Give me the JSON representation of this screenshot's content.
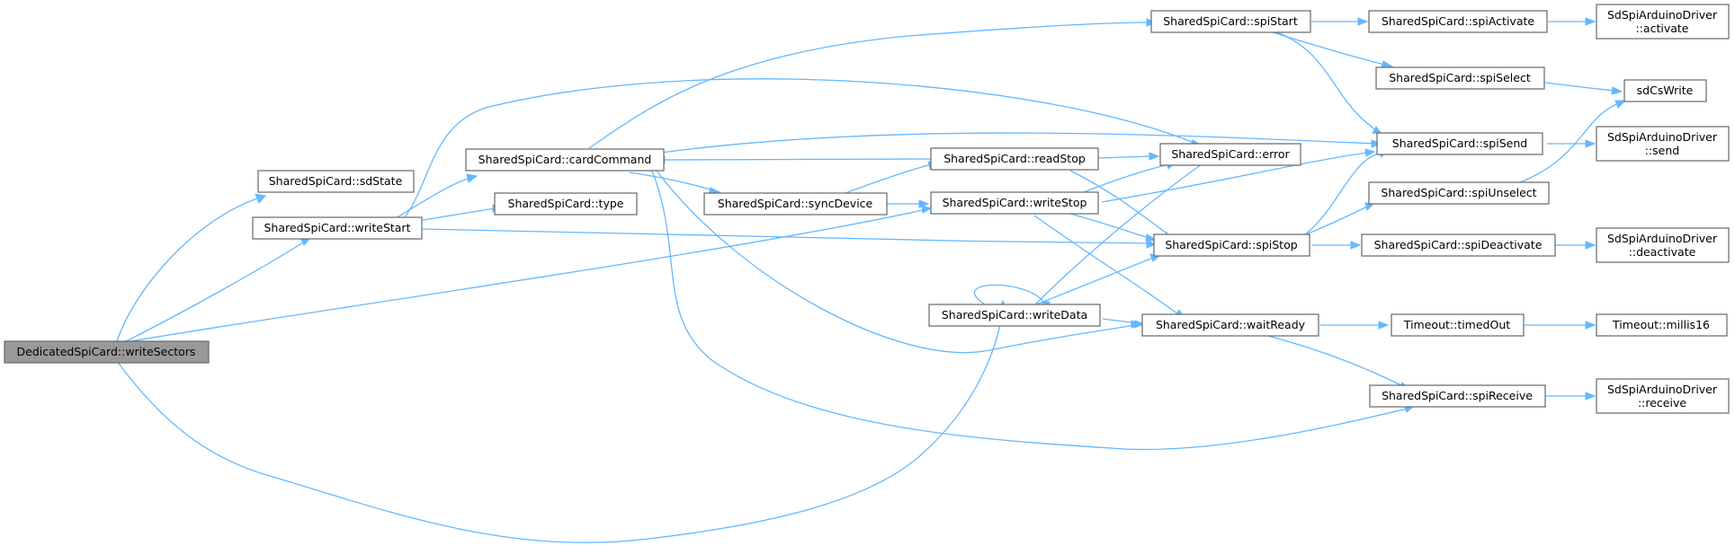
{
  "colors": {
    "edge": "#63b8ff",
    "node_border": "#666666",
    "root_fill": "#999999",
    "node_fill": "#ffffff"
  },
  "nodes": {
    "root": "DedicatedSpiCard::writeSectors",
    "sdState": "SharedSpiCard::sdState",
    "writeStart": "SharedSpiCard::writeStart",
    "cardCommand": "SharedSpiCard::cardCommand",
    "type": "SharedSpiCard::type",
    "syncDevice": "SharedSpiCard::syncDevice",
    "readStop": "SharedSpiCard::readStop",
    "writeStop": "SharedSpiCard::writeStop",
    "writeData": "SharedSpiCard::writeData",
    "spiStart": "SharedSpiCard::spiStart",
    "error": "SharedSpiCard::error",
    "spiStop": "SharedSpiCard::spiStop",
    "waitReady": "SharedSpiCard::waitReady",
    "spiActivate": "SharedSpiCard::spiActivate",
    "spiSelect": "SharedSpiCard::spiSelect",
    "spiSend": "SharedSpiCard::spiSend",
    "spiUnselect": "SharedSpiCard::spiUnselect",
    "spiDeactivate": "SharedSpiCard::spiDeactivate",
    "timedOut": "Timeout::timedOut",
    "spiReceive": "SharedSpiCard::spiReceive",
    "activate": [
      "SdSpiArduinoDriver",
      "::activate"
    ],
    "sdCsWrite": "sdCsWrite",
    "send": [
      "SdSpiArduinoDriver",
      "::send"
    ],
    "deactivate": [
      "SdSpiArduinoDriver",
      "::deactivate"
    ],
    "millis16": "Timeout::millis16",
    "receive": [
      "SdSpiArduinoDriver",
      "::receive"
    ]
  }
}
